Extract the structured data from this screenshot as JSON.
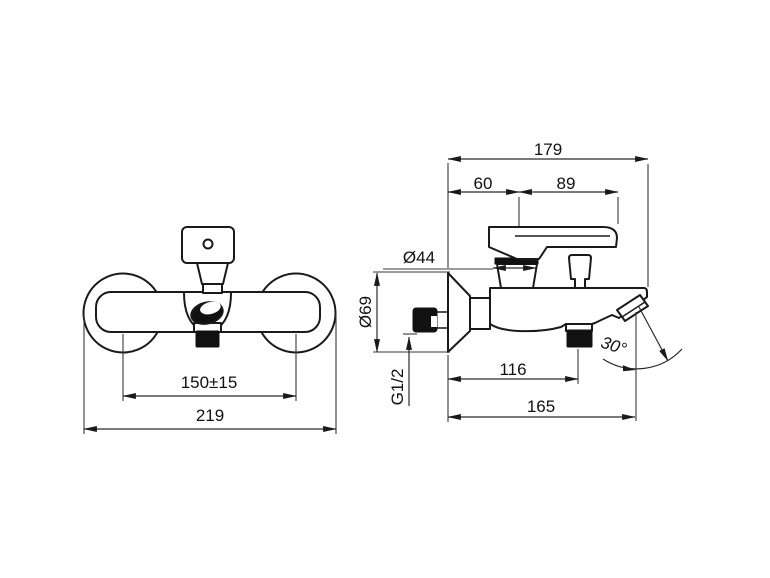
{
  "drawing": {
    "background": "#ffffff",
    "line_color": "#1a1a1a",
    "front_view": {
      "hole_spacing": "150±15",
      "overall_width": "219"
    },
    "side_view": {
      "overall_depth": "179",
      "wall_to_cartridge": "60",
      "cartridge_to_handle_tip": "89",
      "cartridge_diameter": "Ø44",
      "escutcheon_diameter": "Ø69",
      "connection_thread": "G1/2",
      "wall_to_shower_outlet": "116",
      "wall_to_spout_tip": "165",
      "spout_angle": "30°"
    }
  }
}
